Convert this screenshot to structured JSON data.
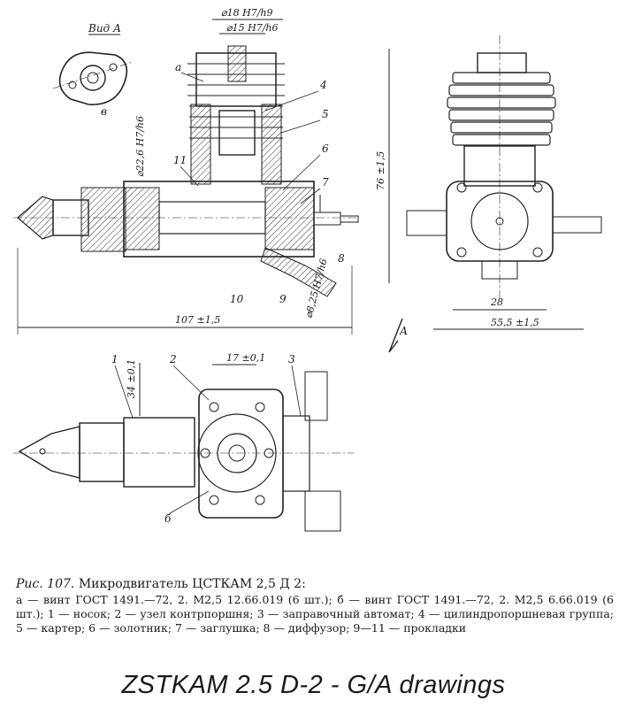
{
  "drawing": {
    "view_label": "Вид А",
    "side_view": {
      "dimensions": {
        "bore_outer": "⌀18 H7/h9",
        "bore_inner": "⌀15 H7/h6",
        "crank_dia": "⌀22,6 H7/h6",
        "exhaust_dia": "⌀8,25 H7/h6",
        "overall_length": "107 ±1,5"
      },
      "callouts": [
        "а",
        "4",
        "5",
        "6",
        "7",
        "8",
        "9",
        "10",
        "11",
        "в"
      ]
    },
    "front_view": {
      "dimensions": {
        "height": "76 ±1,5",
        "mount_width": "28",
        "overall_width": "55,5 ±1,5"
      },
      "arrow_label": "А"
    },
    "top_view": {
      "dimensions": {
        "spacing": "17 ±0,1",
        "offset": "34 ±0,1"
      },
      "callouts": [
        "1",
        "2",
        "3",
        "б"
      ]
    }
  },
  "caption": {
    "prefix": "Рис. 107.",
    "title": "Микродвигатель ЦСТКАМ 2,5 Д 2:",
    "body": "а — винт ГОСТ 1491.—72, 2. М2,5 12.66.019 (6 шт.); б — винт ГОСТ 1491.—72, 2. М2,5 6.66.019 (6 шт.); 1 — носок; 2 — узел контрпоршня; 3 — заправочный автомат; 4 — цилиндропоршневая группа; 5 — картер; 6 — золотник; 7 — заглушка; 8 — диффузор; 9—11 — прокладки"
  },
  "footer": {
    "title": "ZSTKAM 2.5 D-2 - G/A drawings"
  }
}
